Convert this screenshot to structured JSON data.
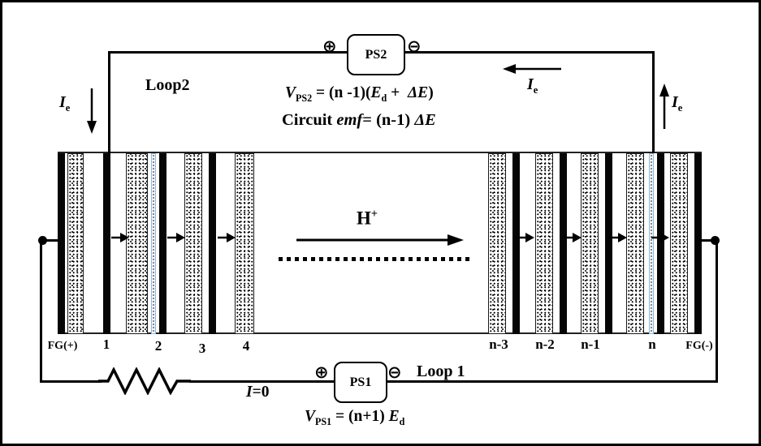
{
  "figure": {
    "stack_labels": [
      "FG(+)",
      "1",
      "2",
      "3",
      "4",
      "n-3",
      "n-2",
      "n-1",
      "n",
      "FG(-)"
    ],
    "hplus": {
      "base": "H",
      "sup": "+"
    },
    "ie": {
      "base": "I",
      "sub": "e"
    }
  },
  "loop2": {
    "label": "Loop2",
    "ps_label": "PS2",
    "plus": "⊕",
    "minus": "⊖",
    "eq_v": {
      "v": "V",
      "v_sub": "PS2",
      "mid": " = (n -1)(",
      "e": "E",
      "e_sub": "d",
      "plus": " +  ",
      "delta": "ΔE",
      "close": ")"
    },
    "eq_emf": {
      "pre": "Circuit ",
      "emf": "emf",
      "mid": "= (n-1) ",
      "delta": "ΔE"
    }
  },
  "loop1": {
    "label": "Loop 1",
    "ps_label": "PS1",
    "plus": "⊕",
    "minus": "⊖",
    "current": {
      "i": "I",
      "rest": "=0"
    },
    "eq_v": {
      "v": "V",
      "v_sub": "PS1",
      "mid": " = (n+1) ",
      "e": "E",
      "e_sub": "d"
    }
  }
}
